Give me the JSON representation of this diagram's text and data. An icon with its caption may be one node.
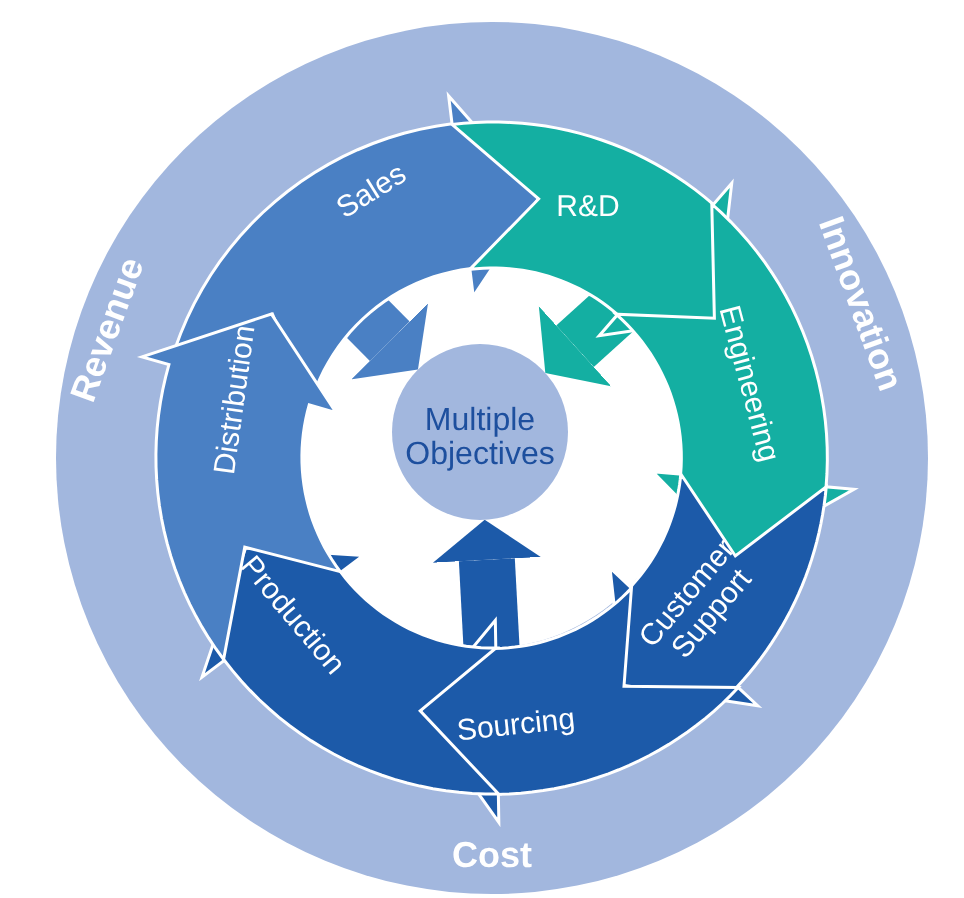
{
  "diagram": {
    "nodes": [
      {
        "text": [
          "Sales"
        ]
      },
      {
        "text": [
          "R&D"
        ]
      },
      {
        "text": [
          "Engineering"
        ]
      },
      {
        "text": [
          "Customer Support"
        ]
      },
      {
        "text": [
          "Sourcing"
        ]
      },
      {
        "text": [
          "Production"
        ]
      },
      {
        "text": [
          "Distribution"
        ]
      },
      {
        "text": [
          "Multiple Objectives"
        ]
      }
    ],
    "edges": [
      {
        "from": 0,
        "to": 7,
        "arrow": "to",
        "color": "#4a80c4"
      },
      {
        "from": 1,
        "to": 7,
        "arrow": "to",
        "color": "#14afa2"
      },
      {
        "from": 4,
        "to": 7,
        "arrow": "to",
        "color": "#1c5aa9"
      }
    ],
    "labels": [
      "Revenue",
      "Innovation",
      "Cost"
    ]
  }
}
